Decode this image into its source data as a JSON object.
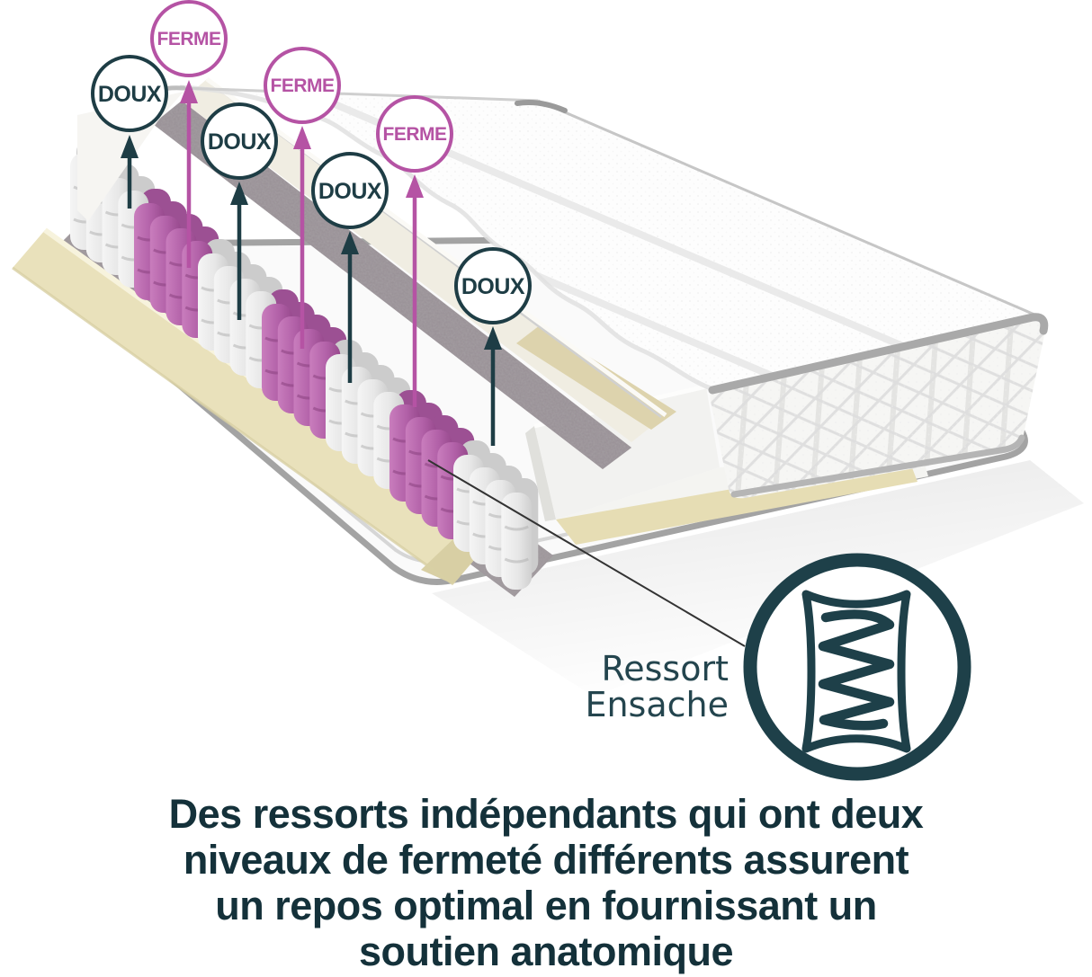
{
  "illustration": {
    "alt": "Coupe d'un matelas à ressorts ensachés avec zones de fermeté",
    "callouts": [
      {
        "id": "doux-1",
        "label": "DOUX",
        "type": "soft"
      },
      {
        "id": "ferme-1",
        "label": "FERME",
        "type": "firm"
      },
      {
        "id": "doux-2",
        "label": "DOUX",
        "type": "soft"
      },
      {
        "id": "ferme-2",
        "label": "FERME",
        "type": "firm"
      },
      {
        "id": "doux-3",
        "label": "DOUX",
        "type": "soft"
      },
      {
        "id": "ferme-3",
        "label": "FERME",
        "type": "firm"
      },
      {
        "id": "doux-4",
        "label": "DOUX",
        "type": "soft"
      }
    ],
    "colors": {
      "soft_accent": "#1e3d45",
      "firm_accent": "#b553a4",
      "spring_firm": "#ad5fa3",
      "spring_soft": "#e8e8e8",
      "felt_grey": "#958d92",
      "foam_cream": "#e9e1bb"
    }
  },
  "legend": {
    "line1": "Ressort",
    "line2": "Ensache",
    "icon": "pocket-spring-icon"
  },
  "description": {
    "text": "Des ressorts indépendants qui ont deux\nniveaux de fermeté différents assurent\nun repos optimal en fournissant un\nsoutien anatomique"
  }
}
